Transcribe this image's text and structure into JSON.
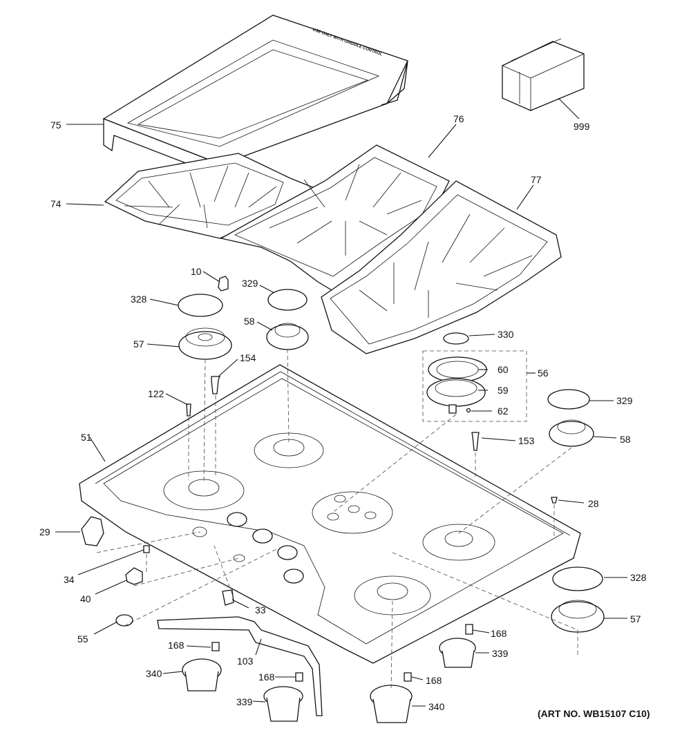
{
  "labels": {
    "p75": "75",
    "p74": "74",
    "p76": "76",
    "p77": "77",
    "p999": "999",
    "p10": "10",
    "p329a": "329",
    "p328a": "328",
    "p58a": "58",
    "p57a": "57",
    "p154": "154",
    "p122": "122",
    "p51": "51",
    "p330": "330",
    "p56": "56",
    "p60": "60",
    "p59": "59",
    "p62": "62",
    "p329b": "329",
    "p58b": "58",
    "p153": "153",
    "p28": "28",
    "p29": "29",
    "p34": "34",
    "p40": "40",
    "p33": "33",
    "p55": "55",
    "p328b": "328",
    "p57b": "57",
    "p168a": "168",
    "p339a": "339",
    "p103": "103",
    "p340a": "340",
    "p168b": "168",
    "p168c": "168",
    "p168d": "168",
    "p339b": "339",
    "p340b": "340"
  },
  "griddle_text": "USE ONLY WITH GRIDDLE CONTROL",
  "art_number": "(ART NO. WB15107 C10)"
}
